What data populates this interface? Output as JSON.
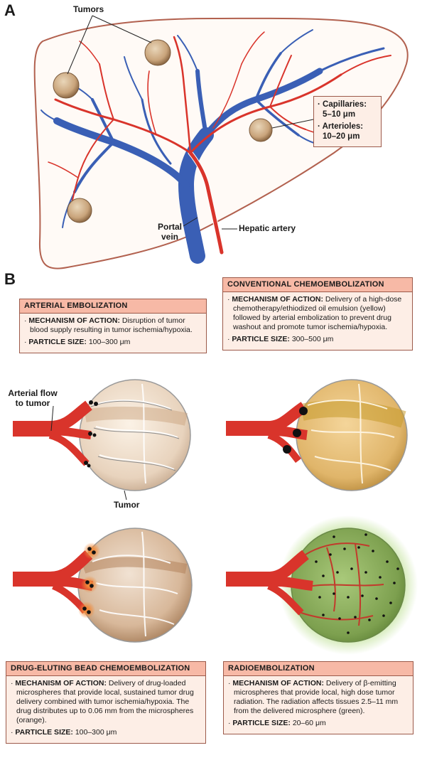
{
  "panel_a": {
    "letter": "A",
    "tumors_label": "Tumors",
    "capillaries_label": "Capillaries:",
    "capillaries_size": "5–10 μm",
    "arterioles_label": "Arterioles:",
    "arterioles_size": "10–20 μm",
    "portal_vein_label_1": "Portal",
    "portal_vein_label_2": "vein",
    "hepatic_artery_label": "Hepatic artery"
  },
  "panel_b": {
    "letter": "B",
    "flow_label_1": "Arterial flow",
    "flow_label_2": "to tumor",
    "tumor_label": "Tumor",
    "mechanism_prefix": "MECHANISM OF ACTION:",
    "particle_prefix": "PARTICLE SIZE:",
    "arterial": {
      "title": "ARTERIAL EMBOLIZATION",
      "mechanism": "Disruption of tumor blood supply resulting in tumor ischemia/hypoxia.",
      "particle": "100–300 μm"
    },
    "conventional": {
      "title": "CONVENTIONAL CHEMOEMBOLIZATION",
      "mechanism": "Delivery of a high-dose chemotherapy/ethiodized oil emulsion (yellow) followed by arterial embolization to prevent drug washout and promote tumor ischemia/hypoxia.",
      "particle": "300–500 μm"
    },
    "deb": {
      "title": "DRUG-ELUTING BEAD CHEMOEMBOLIZATION",
      "mechanism": "Delivery of drug-loaded microspheres that provide local, sustained tumor drug delivery combined with tumor ischemia/hypoxia. The drug distributes up to 0.06 mm from the microspheres (orange).",
      "particle": "100–300 μm"
    },
    "radio": {
      "title": "RADIOEMBOLIZATION",
      "mechanism": "Delivery of β-emitting microspheres that provide local, high dose tumor radiation. The radiation affects tissues 2.5–11 mm from the delivered microsphere (green).",
      "particle": "20–60 μm"
    }
  },
  "colors": {
    "artery": "#d9342b",
    "portal_vein": "#3a5fb5",
    "liver_outline": "#b2614f",
    "box_header": "#f7b9a6",
    "box_body": "#fdeee6"
  }
}
